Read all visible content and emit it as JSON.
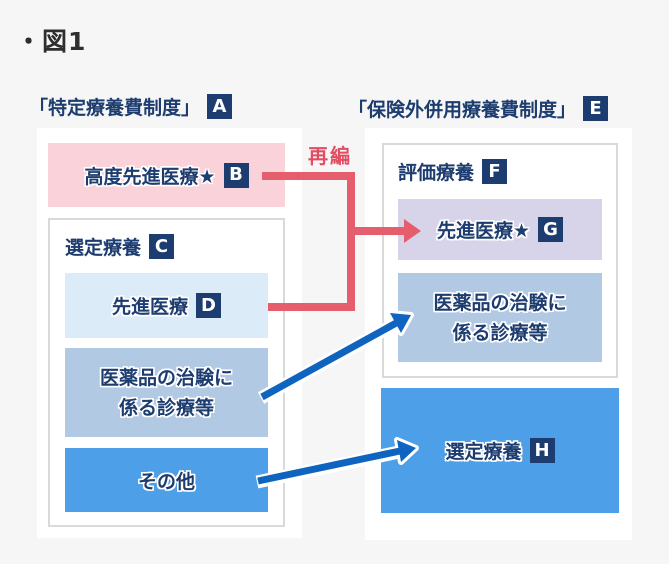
{
  "figure": {
    "title": "・図1"
  },
  "left_system": {
    "header": {
      "text": "「特定療養費制度」",
      "badge": "A"
    },
    "advanced_high_tech_box": {
      "text": "高度先進医療★",
      "badge": "B"
    },
    "selected_care_group": {
      "label": {
        "text": "選定療養",
        "badge": "C"
      },
      "advanced_care_box": {
        "text": "先進医療",
        "badge": "D"
      },
      "drug_trial_box": {
        "line1": "医薬品の治験に",
        "line2": "係る診療等"
      },
      "other_box": {
        "text": "その他"
      }
    }
  },
  "right_system": {
    "header": {
      "text": "「保険外併用療養費制度」",
      "badge": "E"
    },
    "evaluation_care_group": {
      "label": {
        "text": "評価療養",
        "badge": "F"
      },
      "advanced_care_box": {
        "text": "先進医療★",
        "badge": "G"
      },
      "drug_trial_box": {
        "line1": "医薬品の治験に",
        "line2": "係る診療等"
      }
    },
    "selected_care_box": {
      "text": "選定療養",
      "badge": "H"
    }
  },
  "annotations": {
    "reorganization_label": "再編"
  },
  "colors": {
    "page_bg": "#f6f6f6",
    "panel_bg": "#ffffff",
    "navy": "#1d3c6f",
    "pink_box": "#f9d3d9",
    "light_blue_box": "#dcebf8",
    "mid_blue_box": "#b2c9e4",
    "bright_blue_box": "#4d9fe7",
    "purple_box": "#d7d3e9",
    "red_connector": "#e45e6e",
    "blue_arrow": "#0f64bf",
    "box_border": "#d9d9d9",
    "title_color": "#2e2e2e"
  }
}
